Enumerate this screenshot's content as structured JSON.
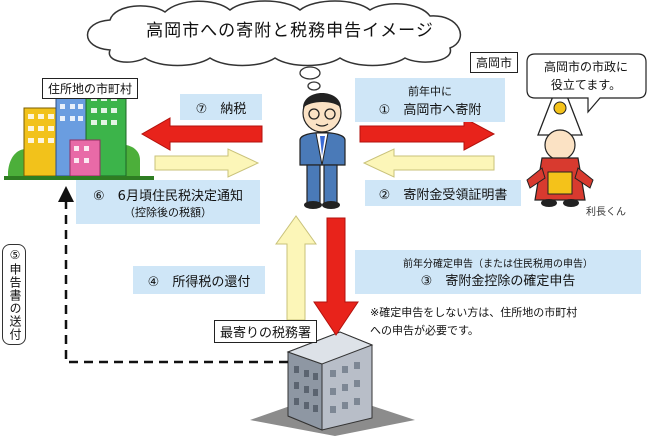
{
  "title": "高岡市への寄附と税務申告イメージ",
  "labels": {
    "residence": "住所地の市町村",
    "takaoka": "高岡市",
    "tax_office": "最寄りの税務署"
  },
  "speech": {
    "line1": "高岡市の市政に",
    "line2": "役立てます。"
  },
  "mascot_name": "利長くん",
  "steps": {
    "s1_pre": "前年中に",
    "s1": "①　高岡市へ寄附",
    "s2": "②　寄附金受領証明書",
    "s3_pre": "前年分確定申告（または住民税用の申告）",
    "s3": "③　寄附金控除の確定申告",
    "s4": "④　所得税の還付",
    "s5": "⑤申告書の送付",
    "s6": "⑥　6月頃住民税決定通知",
    "s6_sub": "（控除後の税額）",
    "s7": "⑦　納税"
  },
  "note": {
    "line1": "※確定申告をしない方は、住所地の市町村",
    "line2": "への申告が必要です。"
  },
  "colors": {
    "box": "#cfe6f7",
    "red_arrow": "#e8231b",
    "yellow_arrow": "#fcf6b8",
    "yellow_stroke": "#c9c27a"
  }
}
